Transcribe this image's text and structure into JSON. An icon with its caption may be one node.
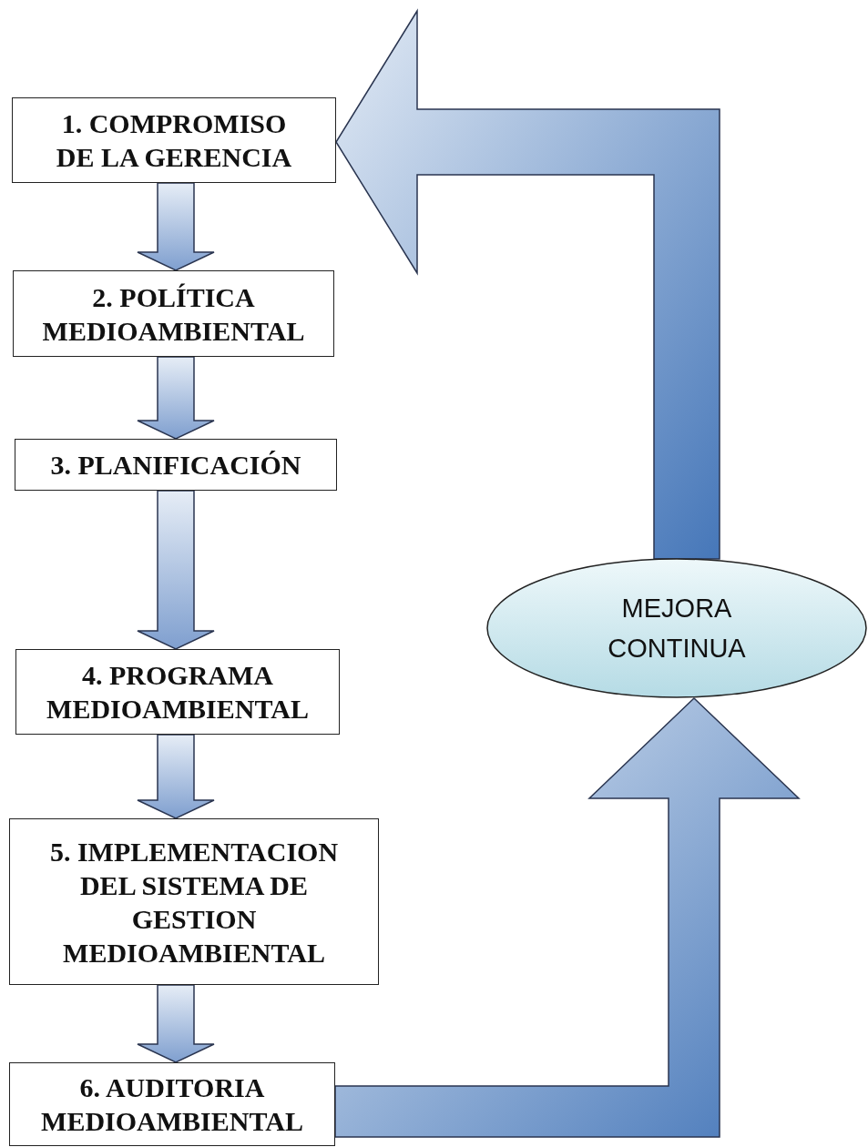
{
  "diagram": {
    "nodes": [
      {
        "text": [
          "1. COMPROMISO DE LA GERENCIA"
        ]
      },
      {
        "text": [
          "2. POLÍTICA MEDIOAMBIENTAL"
        ]
      },
      {
        "text": [
          "3. PLANIFICACIÓN"
        ]
      },
      {
        "text": [
          "4. PROGRAMA MEDIOAMBIENTAL"
        ]
      },
      {
        "text": [
          "5. IMPLEMENTACION DEL SISTEMA DE GESTION MEDIOAMBIENTAL"
        ]
      },
      {
        "text": [
          "6. AUDITORIA MEDIOAMBIENTAL"
        ]
      },
      {
        "text": [
          "MEJORA CONTINUA"
        ]
      }
    ],
    "edges": [
      {
        "from": 0,
        "to": 1,
        "arrow": "to"
      },
      {
        "from": 1,
        "to": 2,
        "arrow": "to"
      },
      {
        "from": 2,
        "to": 3,
        "arrow": "to"
      },
      {
        "from": 3,
        "to": 4,
        "arrow": "to"
      },
      {
        "from": 4,
        "to": 5,
        "arrow": "to"
      },
      {
        "from": 5,
        "to": 6,
        "arrow": "to"
      },
      {
        "from": 6,
        "to": 0,
        "arrow": "to"
      }
    ]
  }
}
